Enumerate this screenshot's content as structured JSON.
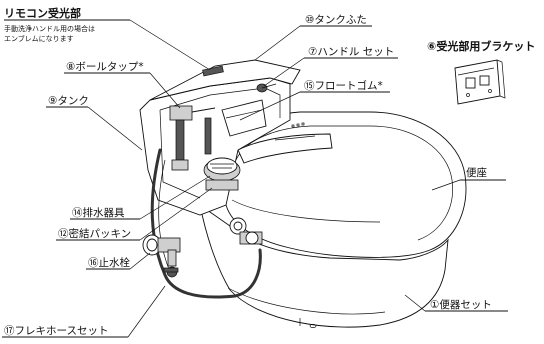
{
  "header": {
    "title": "リモコン受光部",
    "note_line1": "手動洗浄ハンドル用の場合は",
    "note_line2": "エンブレムになります"
  },
  "labels": {
    "tank_lid": "⑩タンクふた",
    "handle_set": "⑦ハンドル セット",
    "ball_tap": "⑧ボールタップ*",
    "float_rubber": "⑮フロートゴム*",
    "tank": "⑨タンク",
    "seat": "便座",
    "drain_fitting": "⑭排水器具",
    "seal_packing": "⑫密結パッキン",
    "stop_valve": "⑯止水栓",
    "toilet_set": "①便器セット",
    "flexible_hose_set": "⑰フレキホースセット",
    "receiver_bracket": "⑥受光部用ブラケット"
  }
}
